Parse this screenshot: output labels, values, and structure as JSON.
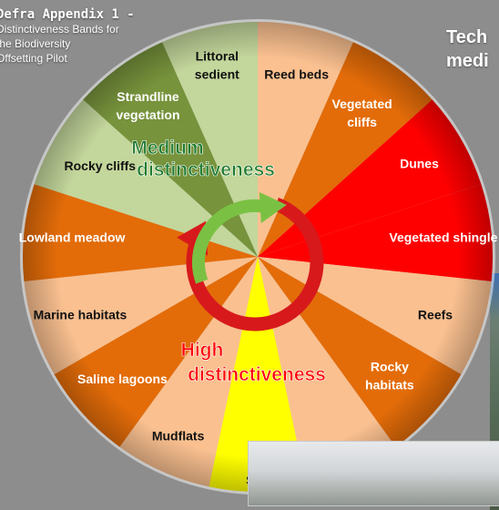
{
  "caption": {
    "line1": "Defra Appendix 1 -",
    "line2": "Distinctiveness Bands for",
    "line3": "the Biodiversity",
    "line4": "Offsetting Pilot"
  },
  "side_title": {
    "line1": "Tech",
    "line2": "medi"
  },
  "colors": {
    "light_green": "#c3d69b",
    "dark_green": "#77933c",
    "peach": "#fac090",
    "orange": "#e36c09",
    "red": "#ff0000",
    "yellow": "#ffff00",
    "medium_label": "#1e7b2e",
    "high_label": "#ff0000",
    "arrow_green": "#7ac143",
    "arrow_red": "#d7191c"
  },
  "wheel": {
    "segments": [
      {
        "label": "Littoral sedient",
        "lines": [
          "Littoral",
          "sedient"
        ],
        "color": "#c3d69b",
        "band": "medium"
      },
      {
        "label": "Reed beds",
        "lines": [
          "Reed beds"
        ],
        "color": "#fac090",
        "band": "high"
      },
      {
        "label": "Vegetated cliffs",
        "lines": [
          "Vegetated",
          "cliffs"
        ],
        "color": "#e36c09",
        "band": "high"
      },
      {
        "label": "Dunes",
        "lines": [
          "Dunes"
        ],
        "color": "#ff0000",
        "band": "high"
      },
      {
        "label": "Vegetated shingle",
        "lines": [
          "Vegetated shingle"
        ],
        "color": "#ff0000",
        "band": "high"
      },
      {
        "label": "Reefs",
        "lines": [
          "Reefs"
        ],
        "color": "#fac090",
        "band": "high"
      },
      {
        "label": "Rocky habitats",
        "lines": [
          "Rocky",
          "habitats"
        ],
        "color": "#e36c09",
        "band": "high"
      },
      {
        "label": "",
        "lines": [],
        "color": "#fac090",
        "band": "high"
      },
      {
        "label": "Salt",
        "lines": [
          "Salt"
        ],
        "color": "#ffff00",
        "band": "high"
      },
      {
        "label": "Mudflats",
        "lines": [
          "Mudflats"
        ],
        "color": "#fac090",
        "band": "high"
      },
      {
        "label": "Saline lagoons",
        "lines": [
          "Saline lagoons"
        ],
        "color": "#e36c09",
        "band": "high"
      },
      {
        "label": "Marine habitats",
        "lines": [
          "Marine habitats"
        ],
        "color": "#fac090",
        "band": "high"
      },
      {
        "label": "Lowland meadow",
        "lines": [
          "Lowland meadow"
        ],
        "color": "#e36c09",
        "band": "high"
      },
      {
        "label": "Rocky cliffs",
        "lines": [
          "Rocky cliffs"
        ],
        "color": "#c3d69b",
        "band": "medium"
      },
      {
        "label": "Strandline vegetation",
        "lines": [
          "Strandline",
          "vegetation"
        ],
        "color": "#77933c",
        "band": "medium"
      }
    ]
  },
  "bands": {
    "medium": {
      "line1": "Medium",
      "line2": "distinctiveness"
    },
    "high": {
      "line1": "High",
      "line2": "distinctiveness"
    }
  }
}
